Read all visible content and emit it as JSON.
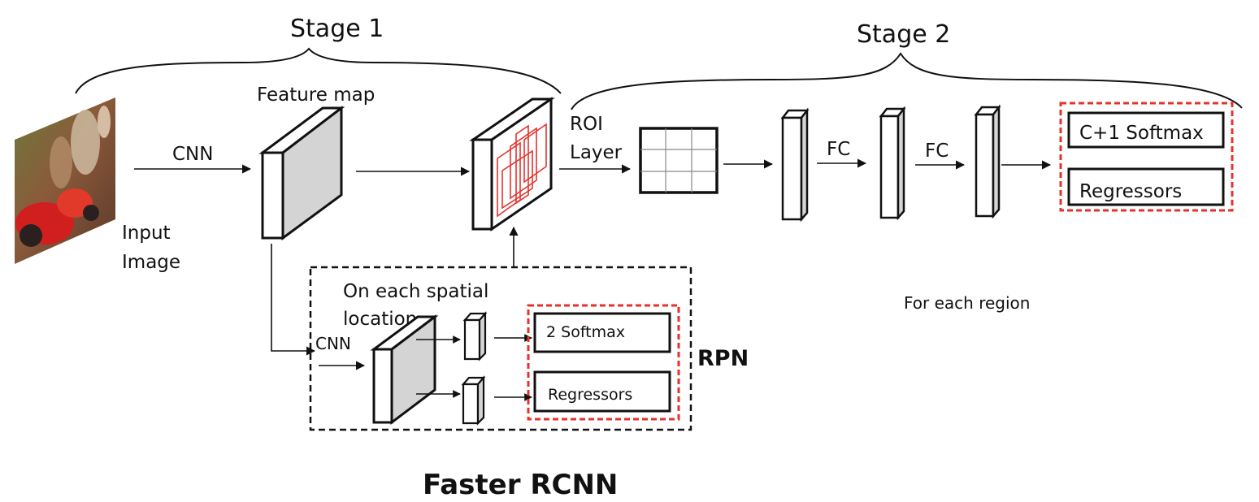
{
  "stage1_label": "Stage 1",
  "stage2_label": "Stage 2",
  "feature_map_label": "Feature map",
  "cnn_label": "CNN",
  "input_image_label_line1": "Input",
  "input_image_label_line2": "Image",
  "roi_layer_label_line1": "ROI",
  "roi_layer_label_line2": "Layer",
  "fc1_label": "FC",
  "fc2_label": "FC",
  "softmax_c1_label": "C+1 Softmax",
  "regressors_stage2_label": "Regressors",
  "for_each_region_label": "For each region",
  "rpn": {
    "spatial_line1": "On each spatial",
    "spatial_line2": "location",
    "cnn_label": "CNN",
    "softmax_label": "2 Softmax",
    "regressors_label": "Regressors",
    "rpn_label": "RPN"
  },
  "title": "Faster RCNN",
  "colors": {
    "ink": "#111111",
    "red": "#e5322d",
    "block_face": "#d4d4d4",
    "block_side": "#ffffff"
  }
}
